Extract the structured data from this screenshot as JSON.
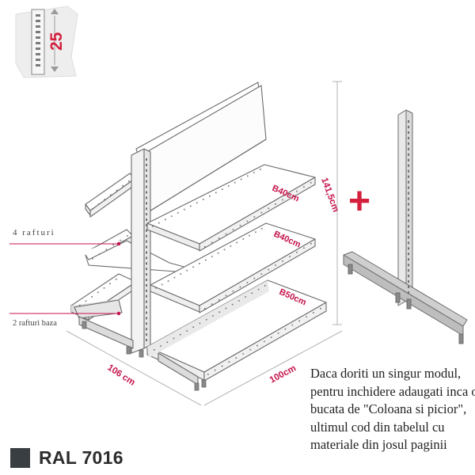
{
  "badge": {
    "number": "25"
  },
  "dimensions": {
    "height": "141,5cm",
    "depth": "106 cm",
    "width": "100cm"
  },
  "shelves": {
    "top": "B40cm",
    "middle": "B40cm",
    "bottom": "B50cm"
  },
  "callouts": {
    "shelves": "4 rafturi",
    "base_shelves": "2 rafturi baza"
  },
  "plus_sign": "+",
  "note": {
    "lines": [
      "Daca doriti un singur modul,",
      "pentru inchidere adaugati inca o",
      "bucata de \"Coloana si picior\",",
      "ultimul cod din tabelul cu",
      "materiale din josul paginii"
    ]
  },
  "color": {
    "label": "RAL 7016",
    "swatch": "#383e42"
  },
  "colors": {
    "accent": "#c4134a",
    "line": "#6b6b6b",
    "dim": "#999999"
  }
}
